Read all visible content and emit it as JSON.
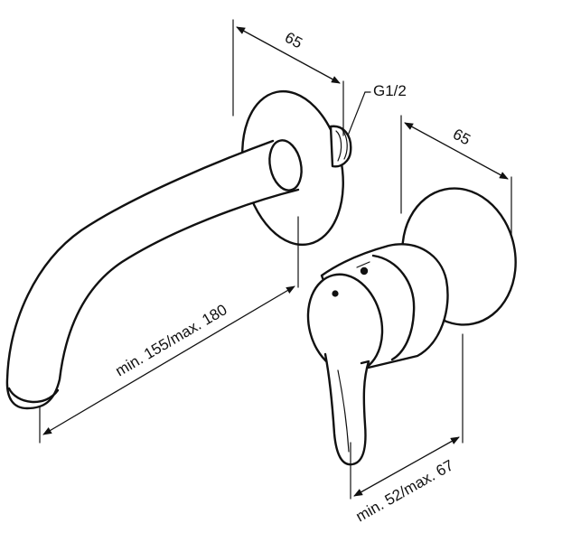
{
  "dimensions": {
    "spout_plate_width": "65",
    "thread": "G1/2",
    "mixer_plate_width": "65",
    "spout_length": "min. 155/max. 180",
    "mixer_depth": "min. 52/max. 67"
  },
  "colors": {
    "line": "#111111",
    "background": "#ffffff"
  }
}
